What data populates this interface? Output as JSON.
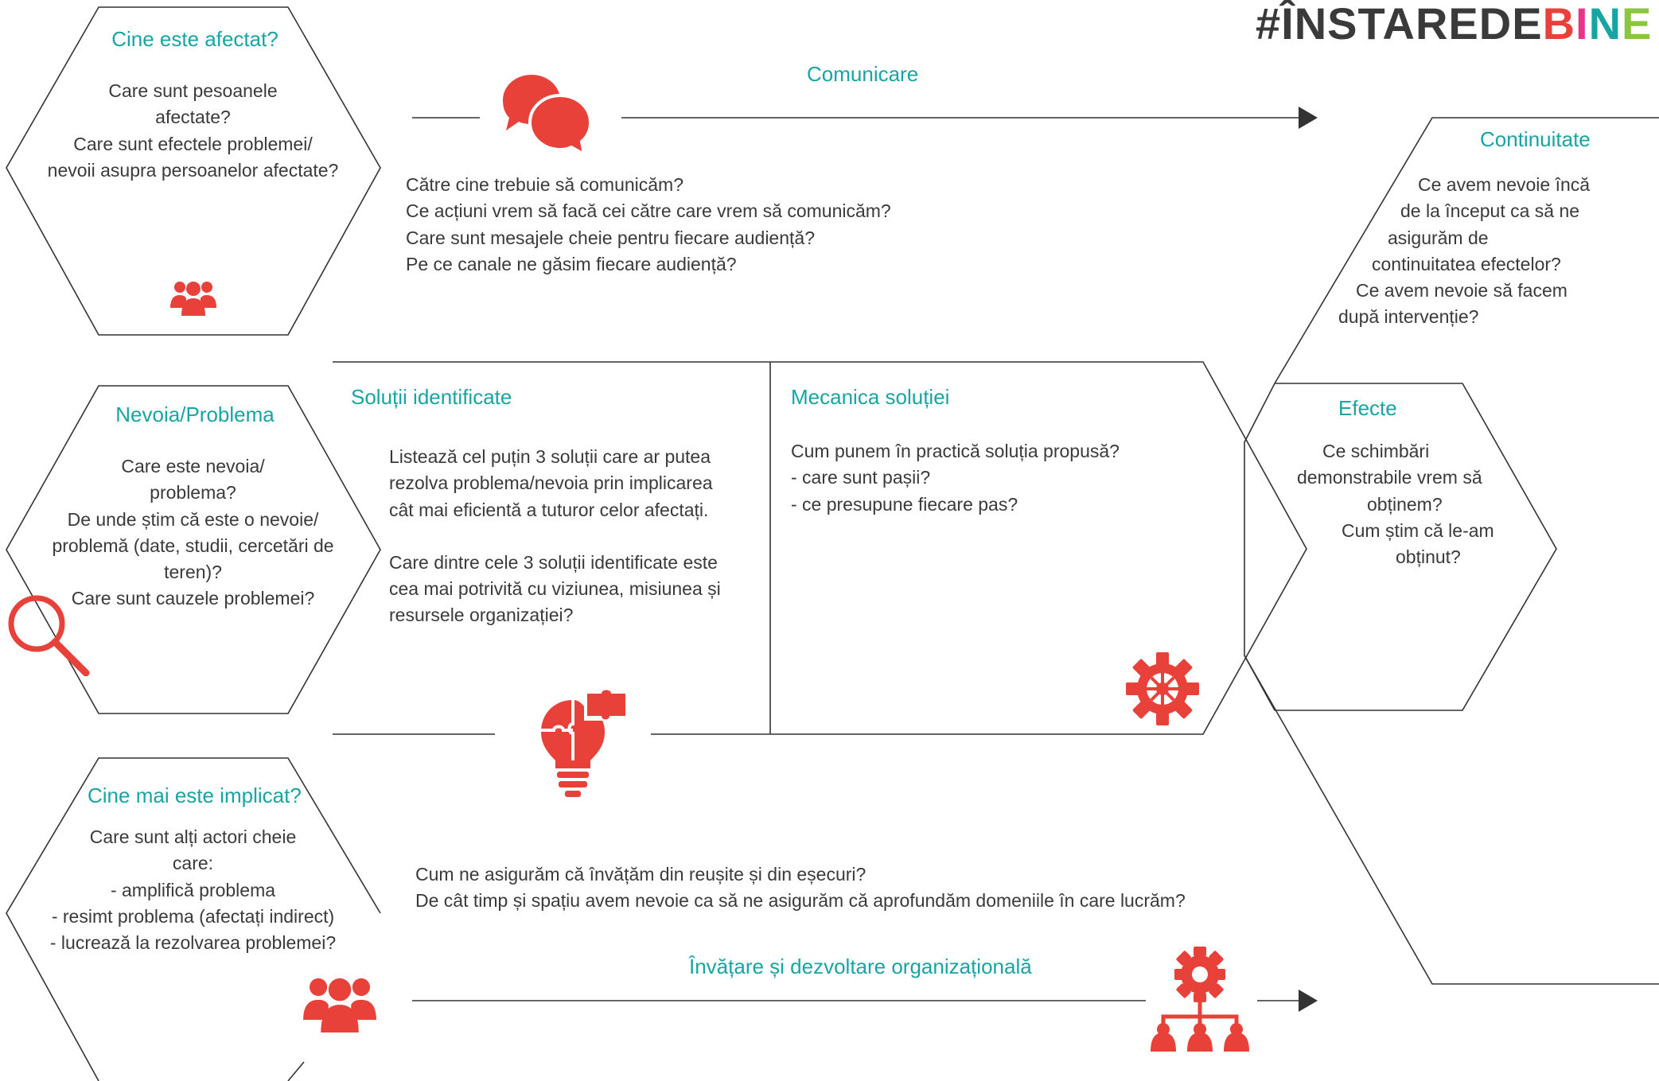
{
  "logo": {
    "dark_part": "#ÎNSTAREDE",
    "b": "B",
    "i": "I",
    "n": "N",
    "e": "E",
    "colors": {
      "dark": "#3a3a3a",
      "b": "#e8413a",
      "i": "#e8358a",
      "n": "#17a5a3",
      "e": "#8cc63f"
    }
  },
  "colors": {
    "accent": "#17a5a3",
    "icon": "#e8413a",
    "line": "#333333",
    "text": "#3a3a3a"
  },
  "affected": {
    "title": "Cine este afectat?",
    "lines": [
      "Care sunt pesoanele",
      "afectate?",
      "Care sunt efectele problemei/",
      "nevoii asupra persoanelor afectate?"
    ]
  },
  "communication": {
    "title": "Comunicare",
    "lines": [
      "Către cine trebuie să comunicăm?",
      "Ce acțiuni vrem să facă cei către care vrem să comunicăm?",
      "Care sunt mesajele cheie pentru fiecare audiență?",
      "Pe ce canale ne găsim fiecare audiență?"
    ]
  },
  "continuity": {
    "title": "Continuitate",
    "lines": [
      "Ce avem nevoie încă",
      "de la început ca să ne",
      "asigurăm de",
      "continuitatea efectelor?",
      "Ce avem nevoie să facem",
      "după intervenție?"
    ]
  },
  "need": {
    "title": "Nevoia/Problema",
    "lines": [
      "Care este nevoia/",
      "problema?",
      "De unde știm că este o nevoie/",
      "problemă (date, studii, cercetări de",
      "teren)?",
      "Care sunt cauzele problemei?"
    ]
  },
  "solutions": {
    "title": "Soluții identificate",
    "lines": [
      "Listează cel puțin 3 soluții care ar putea",
      "rezolva problema/nevoia prin implicarea",
      "cât mai eficientă a tuturor celor afectați.",
      "",
      "Care dintre cele 3 soluții identificate este",
      "cea mai potrivită cu viziunea, misiunea și",
      "resursele organizației?"
    ]
  },
  "mechanics": {
    "title": "Mecanica soluției",
    "lines": [
      "Cum punem în practică soluția propusă?",
      "- care sunt pașii?",
      "- ce presupune fiecare pas?"
    ]
  },
  "effects": {
    "title": "Efecte",
    "lines": [
      "Ce schimbări",
      "demonstrabile vrem să",
      "obținem?",
      "Cum știm că le-am",
      "obținut?"
    ]
  },
  "involved": {
    "title": "Cine mai este implicat?",
    "lines": [
      "Care sunt alți actori cheie",
      "care:",
      "- amplifică problema",
      "- resimt problema (afectați indirect)",
      "- lucrează la rezolvarea problemei?"
    ]
  },
  "learning": {
    "title": "Învățare și dezvoltare organizațională",
    "lines": [
      "Cum ne asigurăm că învățăm din reușite și din eșecuri?",
      "De cât timp și spațiu avem nevoie ca să ne asigurăm că aprofundăm domeniile în care lucrăm?"
    ]
  },
  "icons": [
    "speech-bubbles-icon",
    "people-group-icon",
    "magnifier-icon",
    "puzzle-lightbulb-icon",
    "gear-icon",
    "org-chart-gear-icon",
    "people-group-icon"
  ]
}
